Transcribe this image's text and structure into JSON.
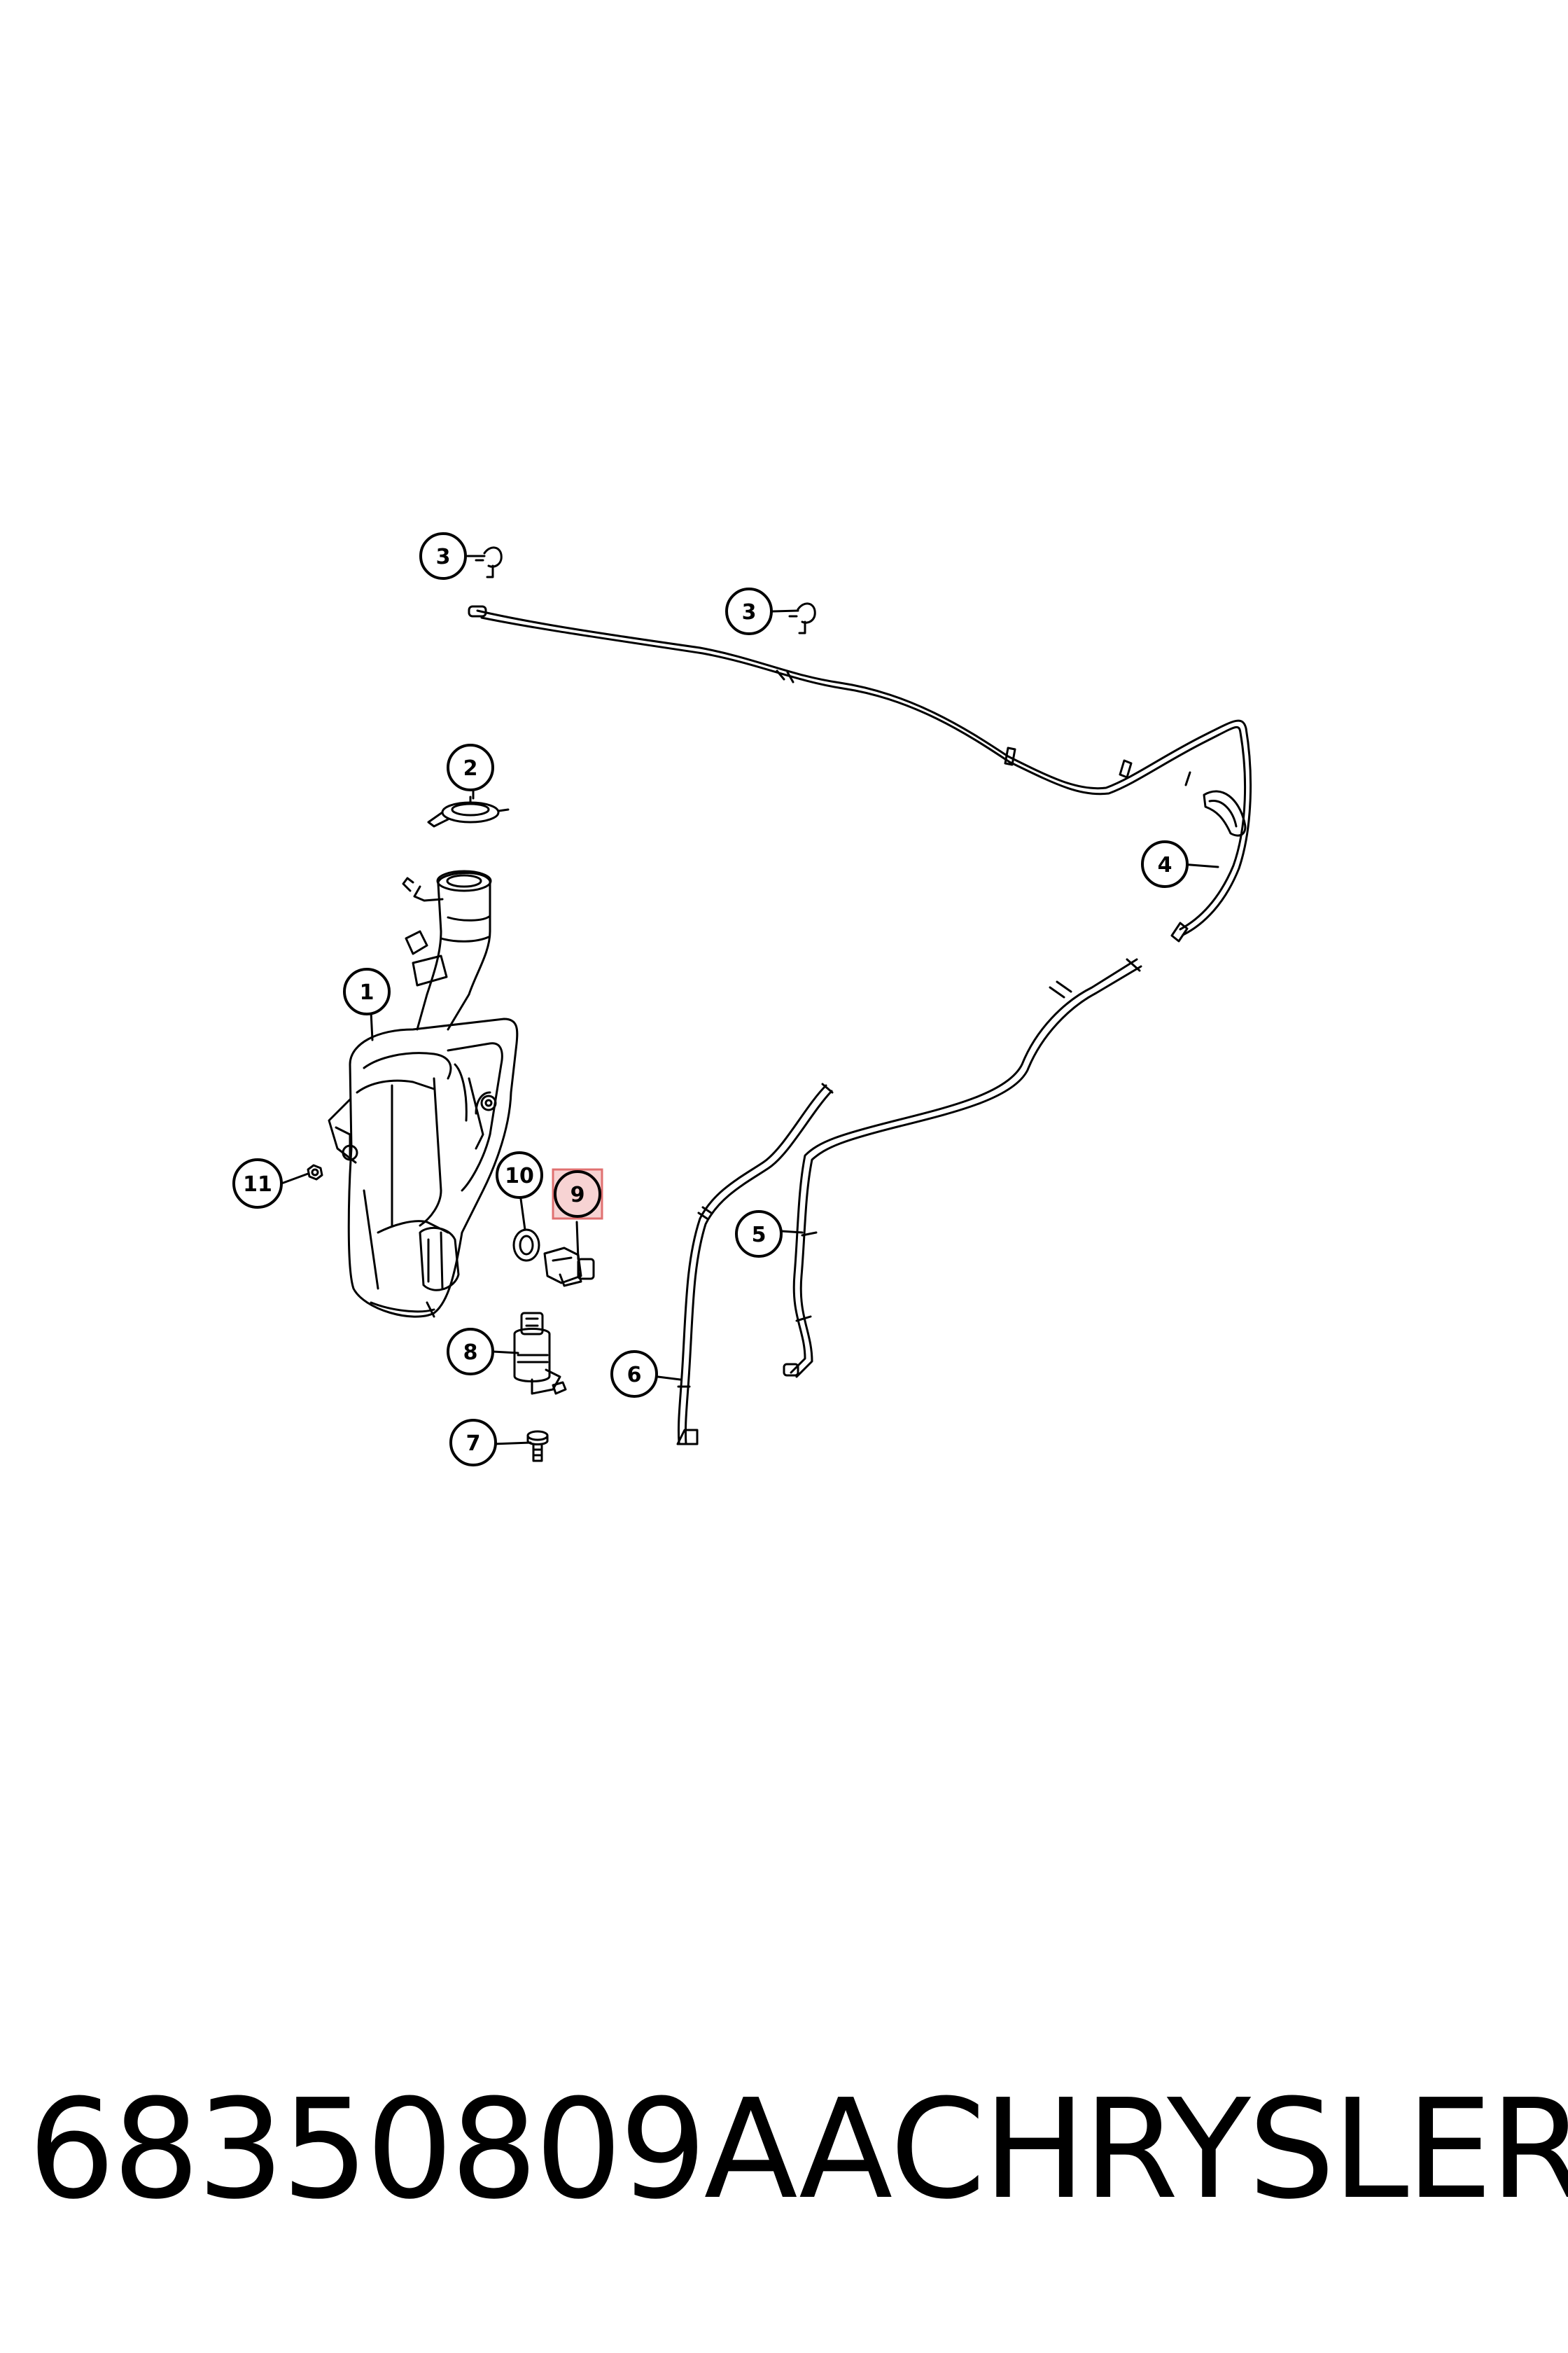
{
  "diagram": {
    "callouts": [
      {
        "id": "1",
        "label": "1"
      },
      {
        "id": "2",
        "label": "2"
      },
      {
        "id": "3a",
        "label": "3"
      },
      {
        "id": "3b",
        "label": "3"
      },
      {
        "id": "4",
        "label": "4"
      },
      {
        "id": "5",
        "label": "5"
      },
      {
        "id": "6",
        "label": "6"
      },
      {
        "id": "7",
        "label": "7"
      },
      {
        "id": "8",
        "label": "8"
      },
      {
        "id": "9",
        "label": "9",
        "highlighted": true
      },
      {
        "id": "10",
        "label": "10"
      },
      {
        "id": "11",
        "label": "11"
      }
    ],
    "highlight_color": "#f7d3d3",
    "highlight_border": "#e07070"
  },
  "footer": {
    "part_number": "68350809AA",
    "brand": "CHRYSLER"
  }
}
